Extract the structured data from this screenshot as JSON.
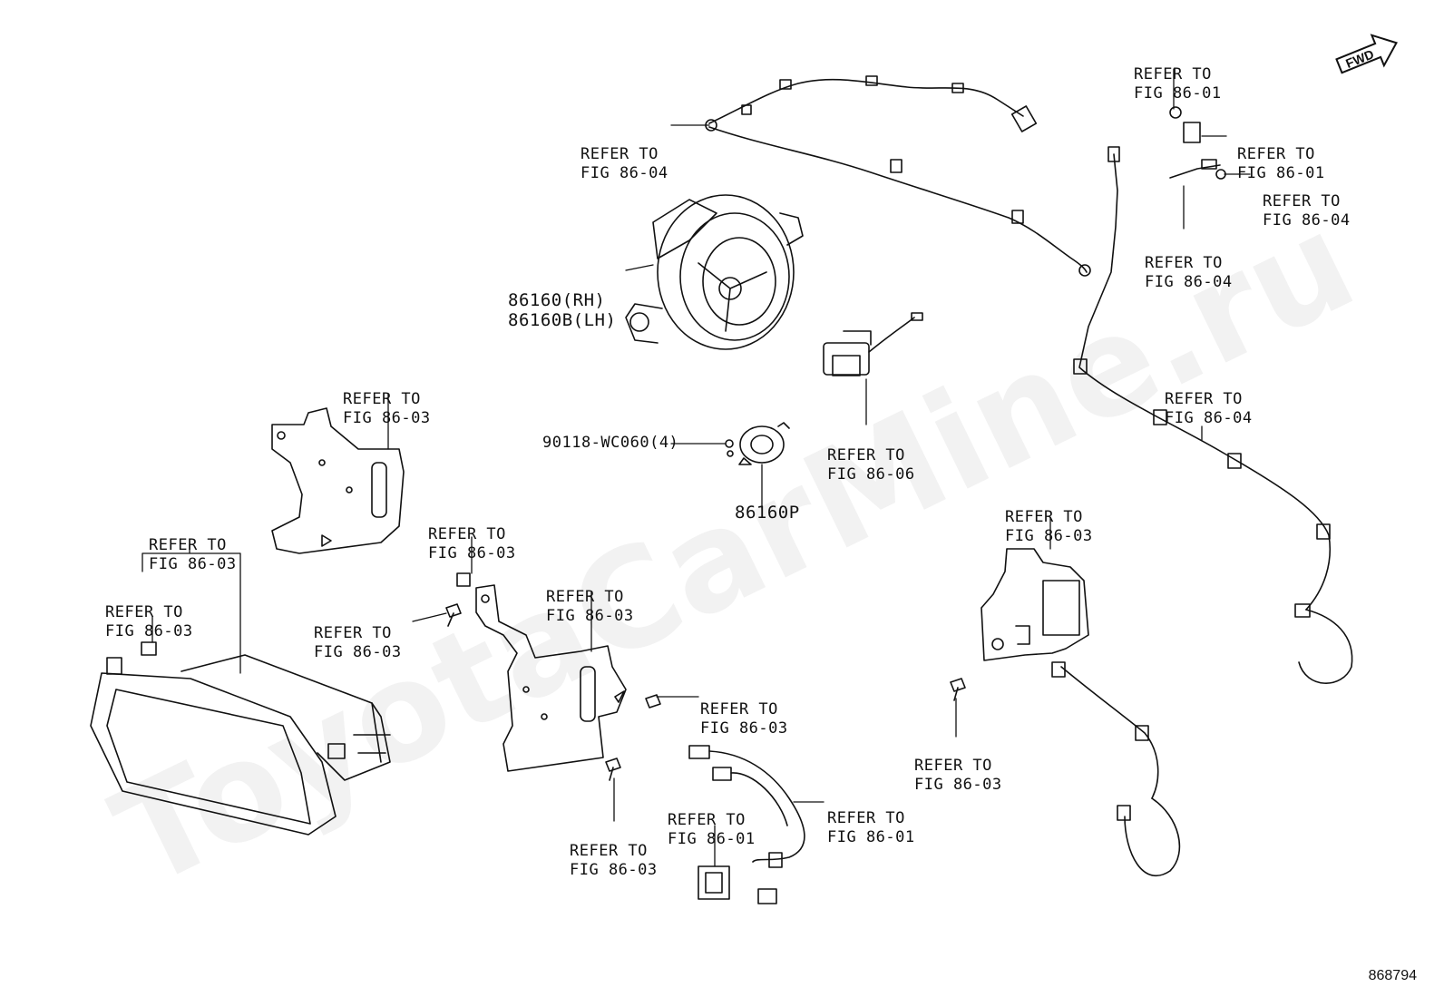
{
  "watermark": "ToyotaCarMine.ru",
  "illustration_number": "868794",
  "fwd_label": "FWD",
  "labels": {
    "ref_86_01_top": [
      "REFER TO",
      "FIG 86-01"
    ],
    "ref_86_01_clip": [
      "REFER TO",
      "FIG 86-01"
    ],
    "ref_86_04_clip": [
      "REFER TO",
      "FIG 86-04"
    ],
    "ref_86_04_wire_small": [
      "REFER TO",
      "FIG 86-04"
    ],
    "ref_86_04_top_harness": [
      "REFER TO",
      "FIG 86-04"
    ],
    "ref_86_04_right_harness": [
      "REFER TO",
      "FIG 86-04"
    ],
    "ref_86_06_camera": [
      "REFER TO",
      "FIG 86-06"
    ],
    "ref_86_03_upper_bracket": [
      "REFER TO",
      "FIG 86-03"
    ],
    "ref_86_03_display_outer": [
      "REFER TO",
      "FIG 86-03"
    ],
    "ref_86_03_display_clip": [
      "REFER TO",
      "FIG 86-03"
    ],
    "ref_86_03_nut": [
      "REFER TO",
      "FIG 86-03"
    ],
    "ref_86_03_screw_left": [
      "REFER TO",
      "FIG 86-03"
    ],
    "ref_86_03_center_bracket": [
      "REFER TO",
      "FIG 86-03"
    ],
    "ref_86_03_bolt_right": [
      "REFER TO",
      "FIG 86-03"
    ],
    "ref_86_03_screw_bottom": [
      "REFER TO",
      "FIG 86-03"
    ],
    "ref_86_03_right_bracket": [
      "REFER TO",
      "FIG 86-03"
    ],
    "ref_86_03_screw_right": [
      "REFER TO",
      "FIG 86-03"
    ],
    "ref_86_01_connector": [
      "REFER TO",
      "FIG 86-01"
    ],
    "ref_86_01_cable": [
      "REFER TO",
      "FIG 86-01"
    ]
  },
  "parts": {
    "speaker_rh": "86160(RH)",
    "speaker_lh": "86160B(LH)",
    "tweeter": "86160P",
    "screw": "90118-WC060(4)"
  }
}
